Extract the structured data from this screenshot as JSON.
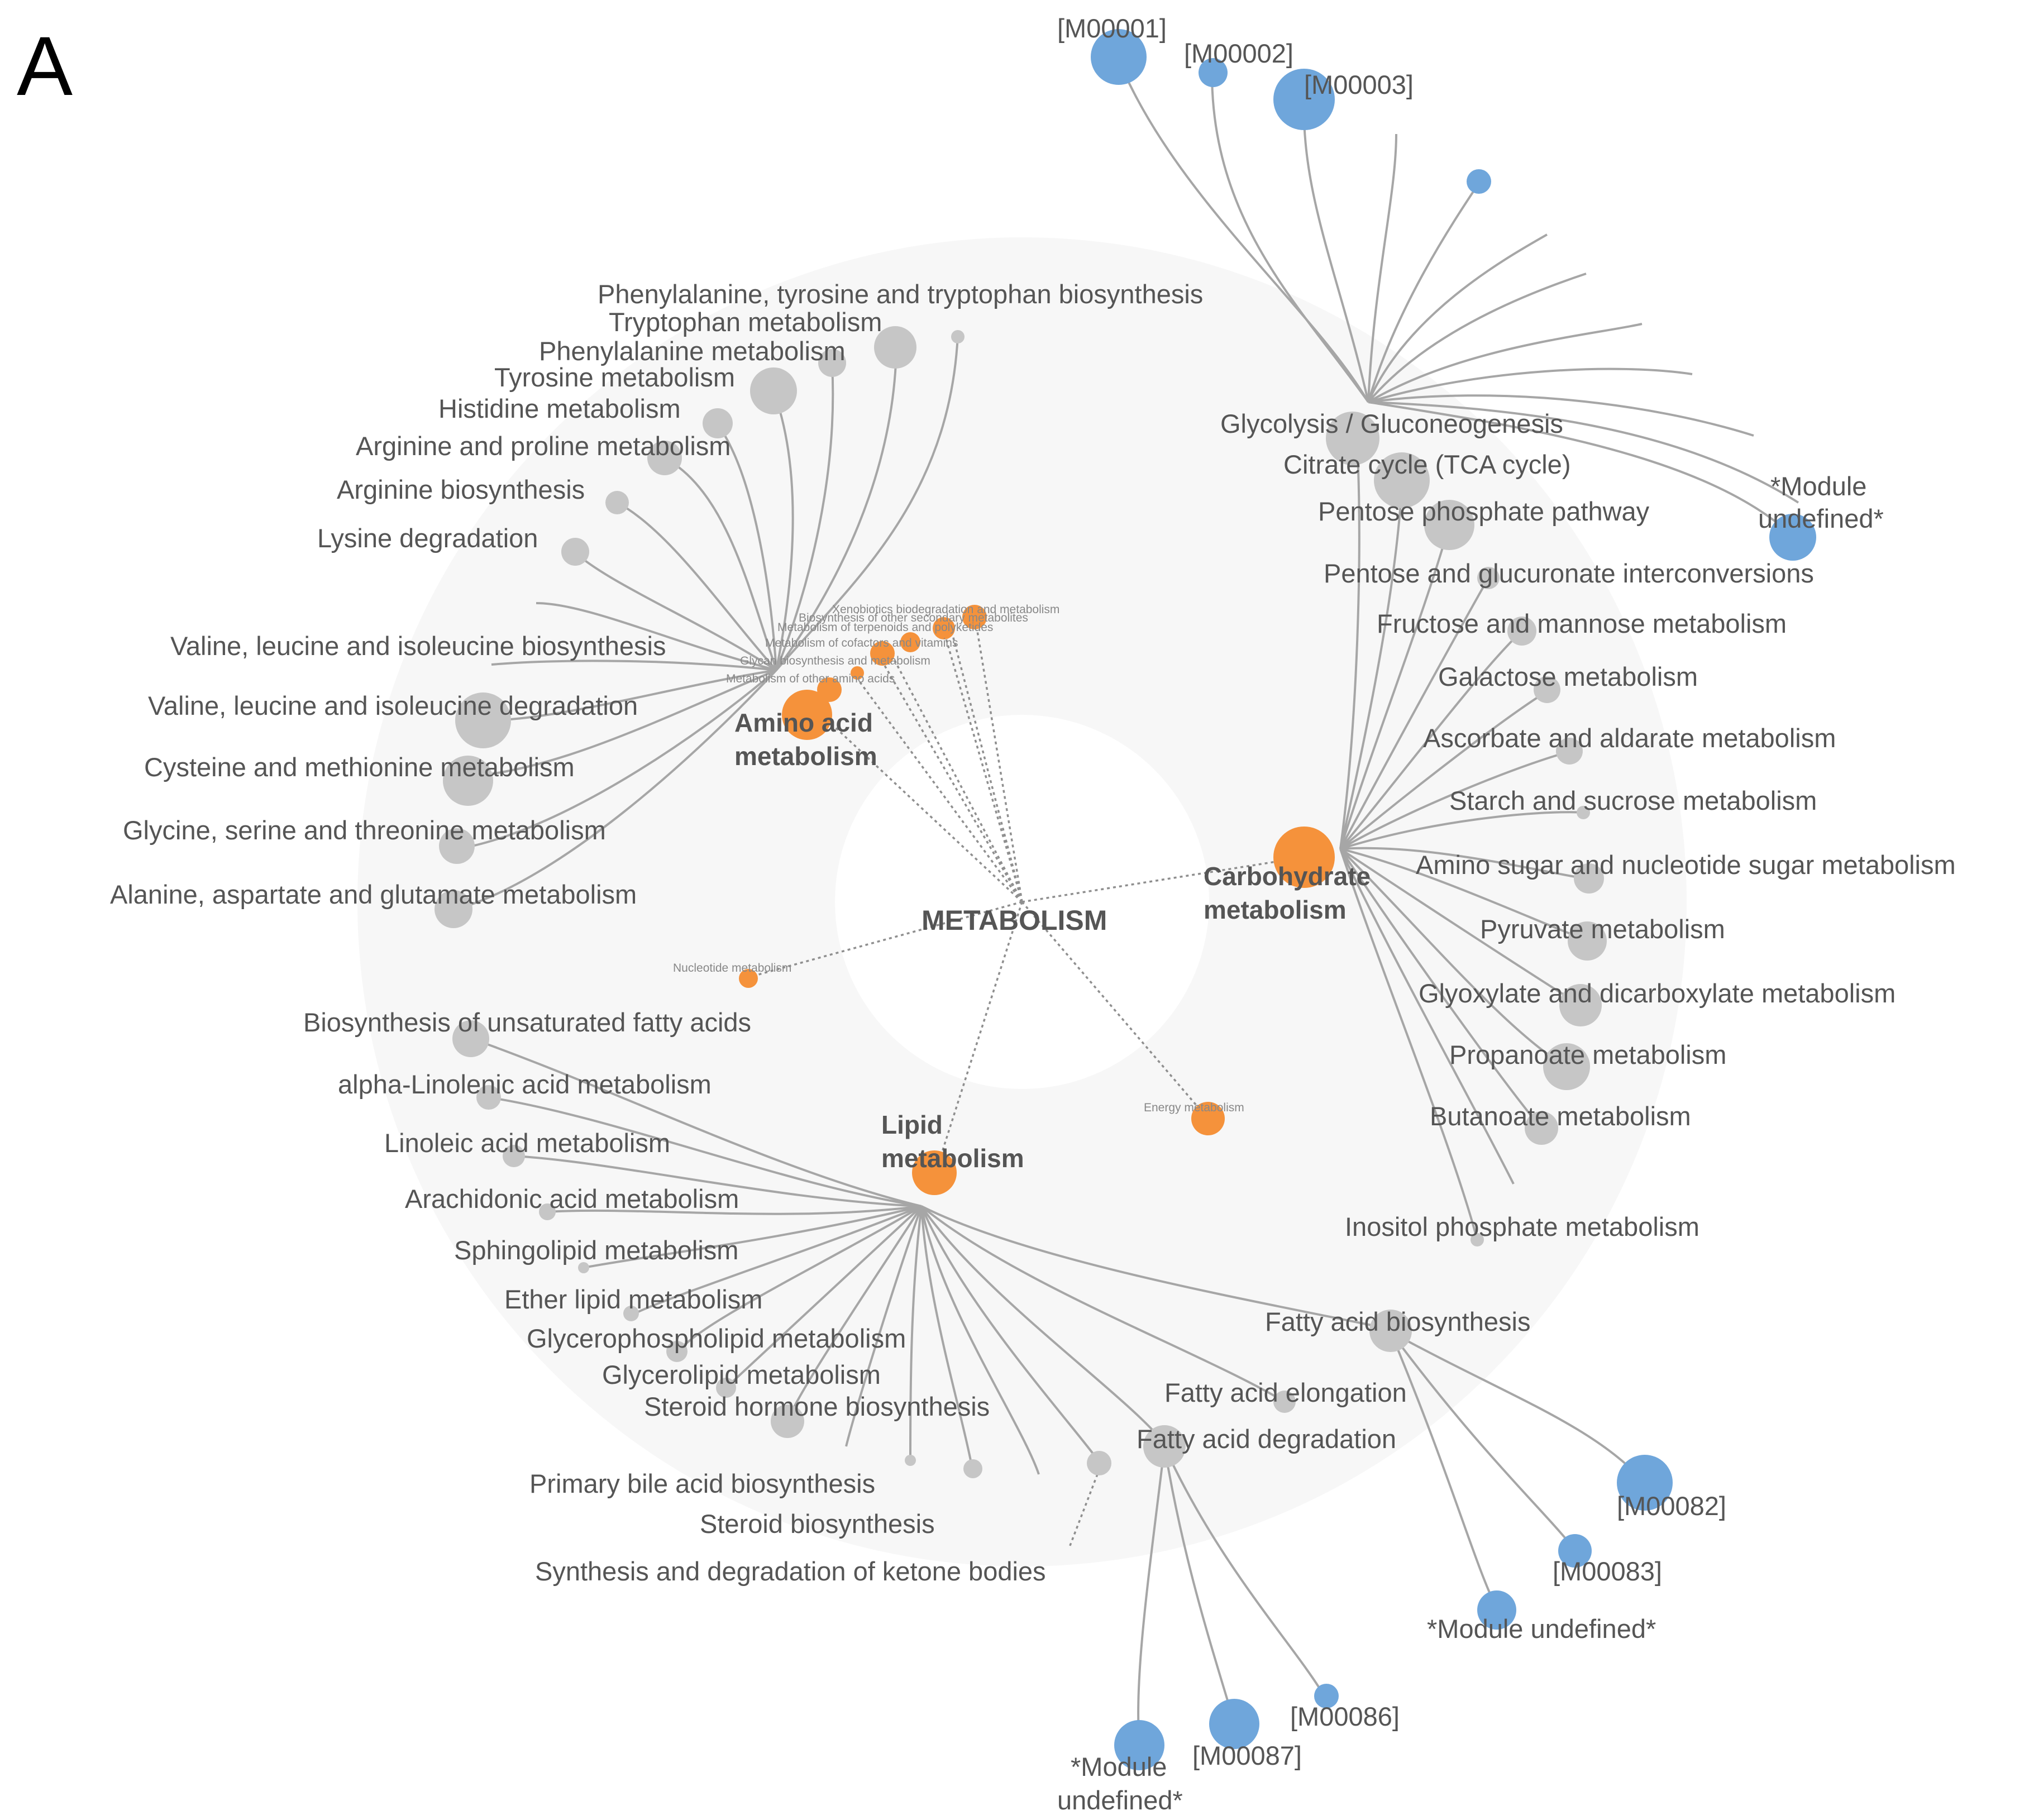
{
  "panel_label": "A",
  "colors": {
    "category_node": "#f5923b",
    "pathway_node": "#c6c6c6",
    "module_node": "#6fa6db",
    "edge": "#a6a6a6",
    "background_ring": "#f7f7f7"
  },
  "root": {
    "label": "METABOLISM"
  },
  "categories": {
    "amino_acid": {
      "line1": "Amino acid",
      "line2": "metabolism"
    },
    "carbohydrate": {
      "line1": "Carbohydrate",
      "line2": "metabolism"
    },
    "lipid": {
      "line1": "Lipid",
      "line2": "metabolism"
    },
    "nucleotide": "Nucleotide metabolism",
    "energy": "Energy metabolism",
    "xenobiotics": "Xenobiotics biodegradation and metabolism",
    "other_secondary": "Biosynthesis of other secondary metabolites",
    "terpenoids": "Metabolism of terpenoids and polyketides",
    "cofactors": "Metabolism of cofactors and vitamins",
    "glycan": "Glycan biosynthesis and metabolism",
    "other_amino": "Metabolism of other amino acids"
  },
  "amino_pathways": [
    "Phenylalanine, tyrosine and tryptophan biosynthesis",
    "Tryptophan metabolism",
    "Phenylalanine metabolism",
    "Tyrosine metabolism",
    "Histidine metabolism",
    "Arginine and proline metabolism",
    "Arginine biosynthesis",
    "Lysine degradation",
    "Valine, leucine and isoleucine biosynthesis",
    "Valine, leucine and isoleucine degradation",
    "Cysteine and methionine metabolism",
    "Glycine, serine and threonine metabolism",
    "Alanine, aspartate and glutamate metabolism"
  ],
  "carb_pathways": [
    "Glycolysis / Gluconeogenesis",
    "Citrate cycle (TCA cycle)",
    "Pentose phosphate pathway",
    "Pentose and glucuronate interconversions",
    "Fructose and mannose metabolism",
    "Galactose metabolism",
    "Ascorbate and aldarate metabolism",
    "Starch and sucrose metabolism",
    "Amino sugar and nucleotide sugar metabolism",
    "Pyruvate metabolism",
    "Glyoxylate and dicarboxylate metabolism",
    "Propanoate metabolism",
    "Butanoate metabolism",
    "Inositol phosphate metabolism"
  ],
  "lipid_pathways": [
    "Biosynthesis of unsaturated fatty acids",
    "alpha-Linolenic acid metabolism",
    "Linoleic acid metabolism",
    "Arachidonic acid metabolism",
    "Sphingolipid metabolism",
    "Ether lipid metabolism",
    "Glycerophospholipid metabolism",
    "Glycerolipid metabolism",
    "Steroid hormone biosynthesis",
    "Primary bile acid biosynthesis",
    "Steroid biosynthesis",
    "Synthesis and degradation of ketone bodies",
    "Fatty acid biosynthesis",
    "Fatty acid elongation",
    "Fatty acid degradation"
  ],
  "glycolysis_modules": {
    "m1": "[M00001]",
    "m2": "[M00002]",
    "m3": "[M00003]",
    "undef_line1": "*Module",
    "undef_line2": "undefined*"
  },
  "fa_biosynthesis_modules": {
    "m82": "[M00082]",
    "m83": "[M00083]",
    "undef": "*Module undefined*"
  },
  "fa_degradation_modules": {
    "m86": "[M00086]",
    "m87": "[M00087]",
    "undef_line1": "*Module",
    "undef_line2": "undefined*"
  }
}
